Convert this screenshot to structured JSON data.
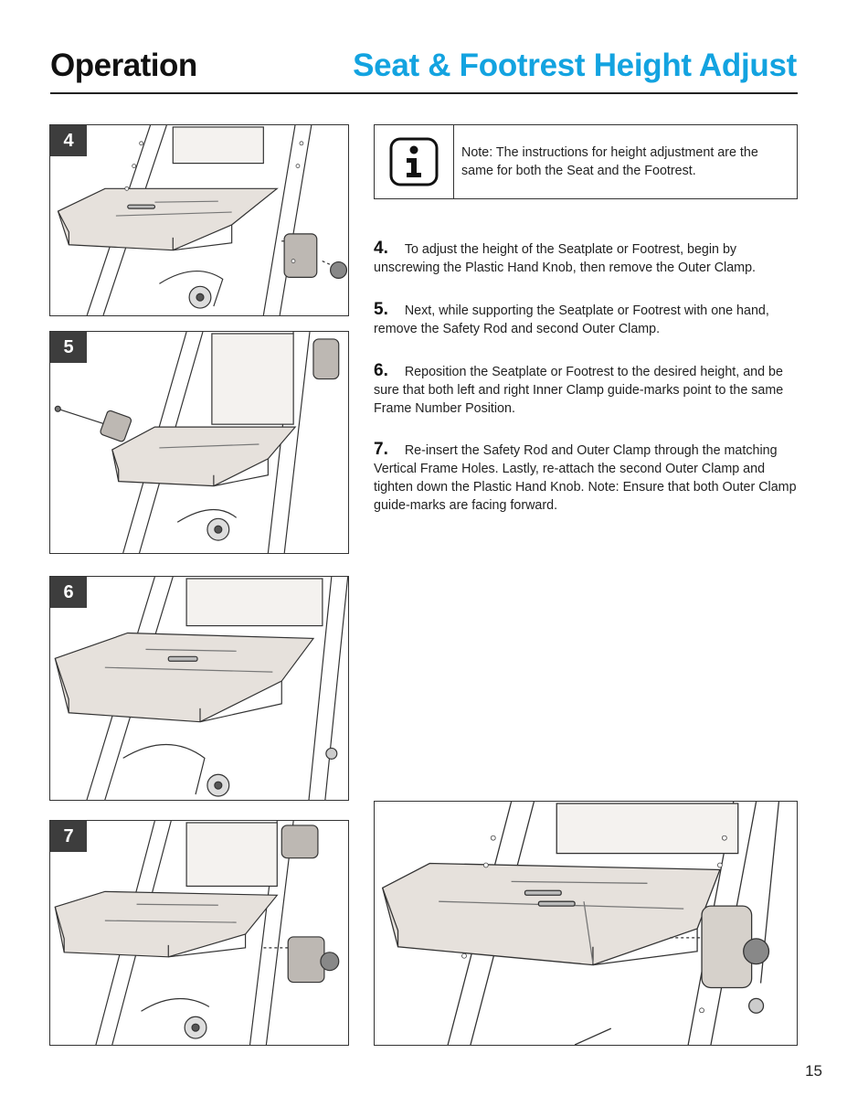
{
  "header": {
    "section": "Operation",
    "topic": "Seat & Footrest Height Adjust"
  },
  "note": {
    "icon": "info-icon",
    "text": "Note: The instructions for height adjustment are the same for both the Seat and the Footrest."
  },
  "steps": [
    {
      "number": "4.",
      "badge": "4",
      "text": "To adjust the height of the Seatplate or Footrest, begin by unscrewing the Plastic Hand Knob, then remove the Outer Clamp."
    },
    {
      "number": "5.",
      "badge": "5",
      "text": "Next, while supporting the Seatplate or Footrest with one hand, remove the Safety Rod and second Outer Clamp."
    },
    {
      "number": "6.",
      "badge": "6",
      "text": "Reposition the Seatplate or Footrest to the desired height, and be sure that both left and right Inner Clamp guide-marks point to the same Frame Number Position."
    },
    {
      "number": "7.",
      "badge": "7",
      "text": "Re-insert the Safety Rod and Outer Clamp through the matching Vertical Frame Holes. Lastly, re-attach the second Outer Clamp and tighten down the Plastic Hand Knob. Note: Ensure that both Outer Clamp guide-marks are facing forward."
    }
  ],
  "page_number": "15",
  "colors": {
    "accent": "#13a3e0",
    "badge": "#3d3d3d",
    "seat": "#e6e1dc"
  }
}
